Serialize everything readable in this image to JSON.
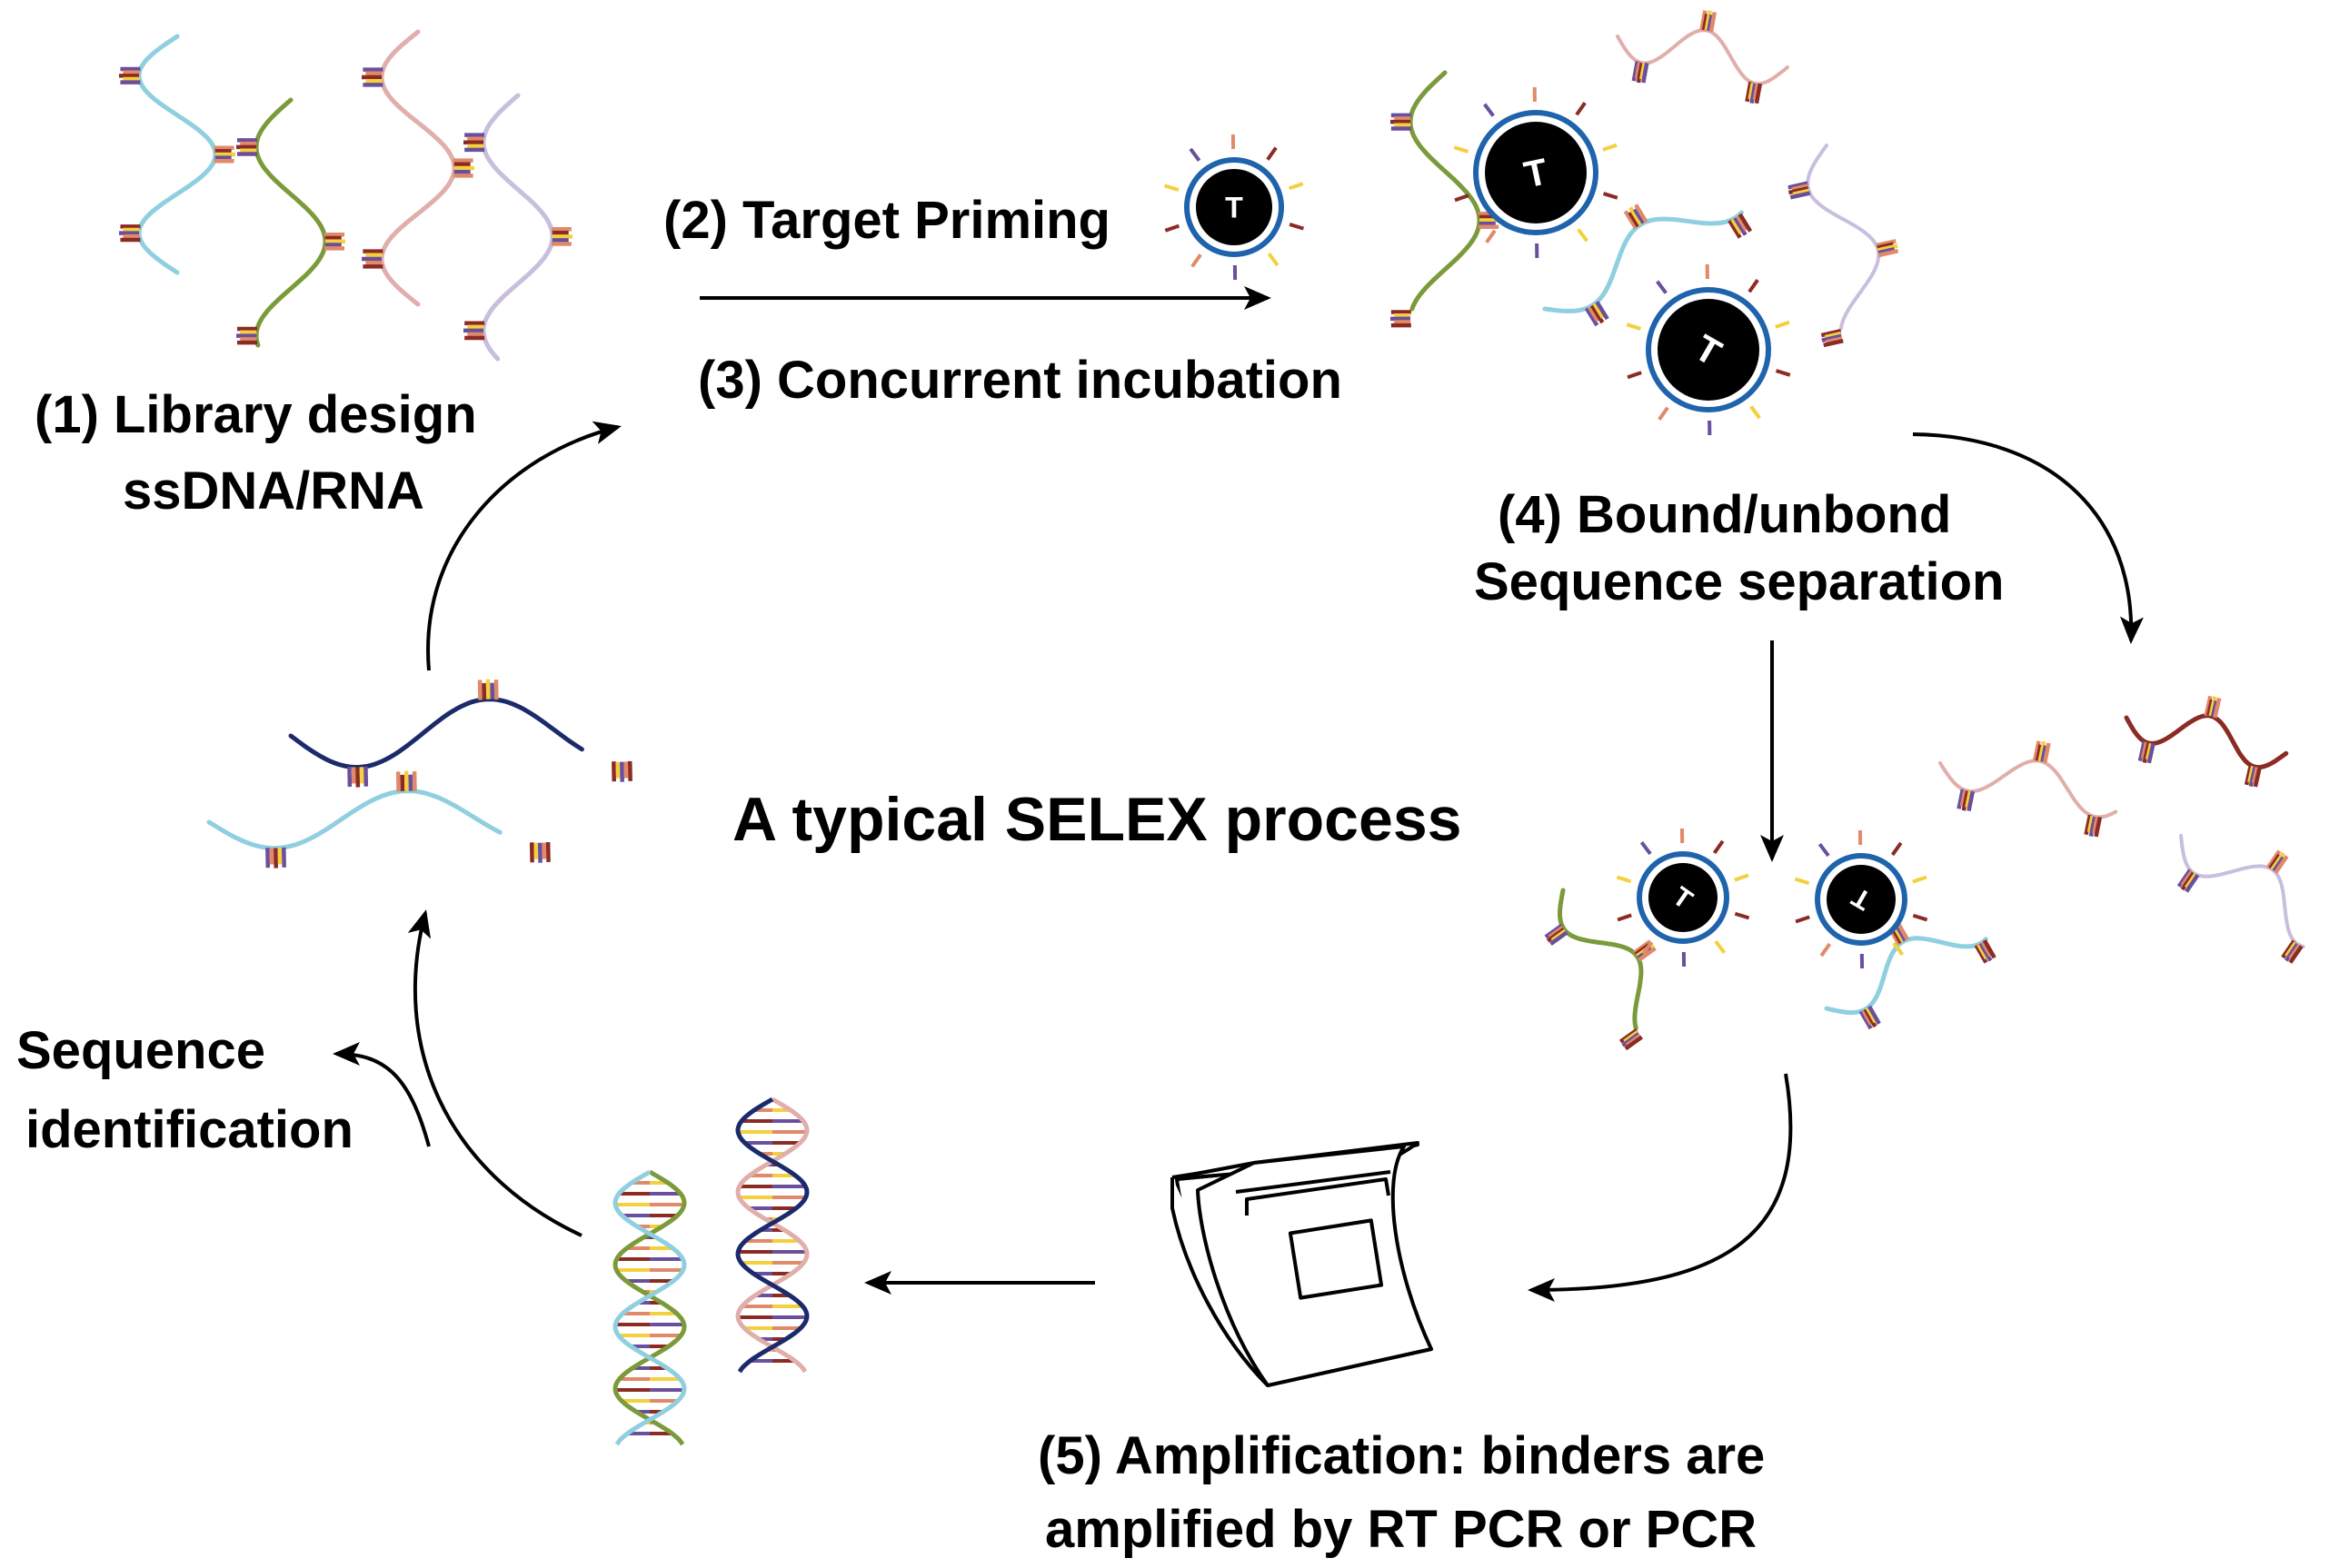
{
  "diagram": {
    "title": "A typical SELEX process",
    "steps": {
      "library_design": {
        "line1": "(1)  Library design",
        "line2": "ssDNA/RNA"
      },
      "target_priming": "(2) Target Priming",
      "concurrent_incubation": "(3) Concurrent incubation",
      "separation": {
        "line1": "(4) Bound/unbond",
        "line2": "Sequence separation"
      },
      "amplification": {
        "line1": "(5) Amplification: binders are",
        "line2": "amplified by RT PCR or PCR"
      },
      "sequence_identification": {
        "line1": "Sequence",
        "line2": "identification"
      }
    },
    "target_label": "T"
  },
  "colors": {
    "strand_blue": "#8fcfe0",
    "strand_green": "#7b9a3a",
    "strand_pink": "#e0aeab",
    "strand_lavender": "#c8bedd",
    "strand_navy": "#1b2a6b",
    "strand_maroon": "#8b2b24",
    "target_ring": "#1f63ad",
    "target_fill": "#000000",
    "base_colors": [
      "#8b2b24",
      "#f4d03f",
      "#6a4f9c",
      "#e08a6a"
    ]
  },
  "icons": [
    "target-bead-icon",
    "pcr-machine-icon",
    "dna-double-helix-icon",
    "nucleic-acid-strand-icon"
  ]
}
